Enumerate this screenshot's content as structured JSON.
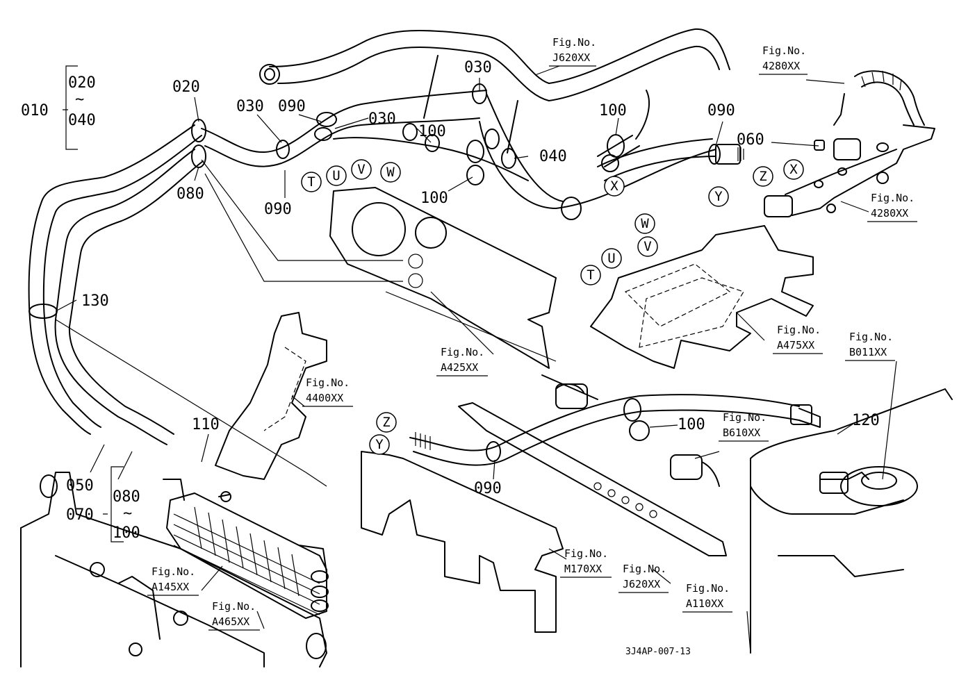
{
  "part_labels": [
    "010",
    "020",
    "~",
    "040",
    "020",
    "080",
    "030",
    "090",
    "030",
    "100",
    "030",
    "100",
    "040",
    "100",
    "090",
    "060",
    "090",
    "100",
    "130",
    "110",
    "050",
    "080",
    "~",
    "100",
    "070",
    "090",
    "120"
  ],
  "letter_markers": [
    "T",
    "U",
    "V",
    "W",
    "X",
    "Y",
    "Z",
    "X",
    "W",
    "V",
    "U",
    "T",
    "Z",
    "Y"
  ],
  "figure_refs": [
    {
      "title": "Fig.No.",
      "code": "J620XX"
    },
    {
      "title": "Fig.No.",
      "code": "4280XX"
    },
    {
      "title": "Fig.No.",
      "code": "4280XX"
    },
    {
      "title": "Fig.No.",
      "code": "A475XX"
    },
    {
      "title": "Fig.No.",
      "code": "A425XX"
    },
    {
      "title": "Fig.No.",
      "code": "4400XX"
    },
    {
      "title": "Fig.No.",
      "code": "B011XX"
    },
    {
      "title": "Fig.No.",
      "code": "B610XX"
    },
    {
      "title": "Fig.No.",
      "code": "A145XX"
    },
    {
      "title": "Fig.No.",
      "code": "A465XX"
    },
    {
      "title": "Fig.No.",
      "code": "M170XX"
    },
    {
      "title": "Fig.No.",
      "code": "J620XX"
    },
    {
      "title": "Fig.No.",
      "code": "A110XX"
    }
  ],
  "drawing_code": "3J4AP-007-13"
}
